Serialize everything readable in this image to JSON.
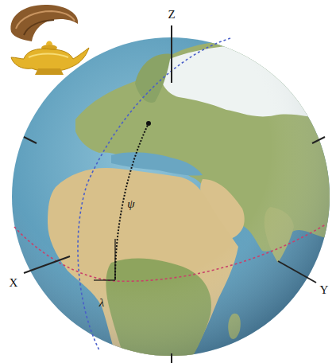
{
  "diagram": {
    "labels": [
      "Z",
      "X",
      "Y",
      "ψ",
      "λ"
    ]
  }
}
